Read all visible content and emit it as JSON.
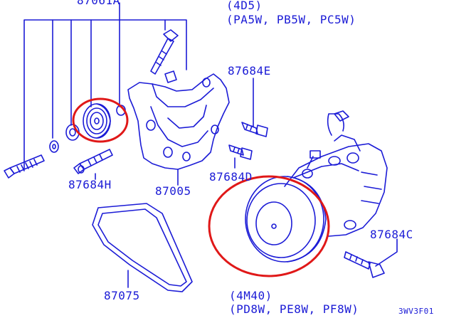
{
  "colors": {
    "line": "#1b1bd6",
    "highlight": "#e01818",
    "background": "#ffffff"
  },
  "labels": {
    "part_top": "87061A",
    "variant_top_engine": "(4D5)",
    "variant_top_models": "(PA5W, PB5W, PC5W)",
    "bolt_e": "87684E",
    "bolt_h": "87684H",
    "bracket": "87005",
    "bolt_d": "87684D",
    "bolt_c": "87684C",
    "belt": "87075",
    "variant_bottom_engine": "(4M40)",
    "variant_bottom_models": "(PD8W, PE8W, PF8W)",
    "diagram_code": "3WV3F01"
  }
}
